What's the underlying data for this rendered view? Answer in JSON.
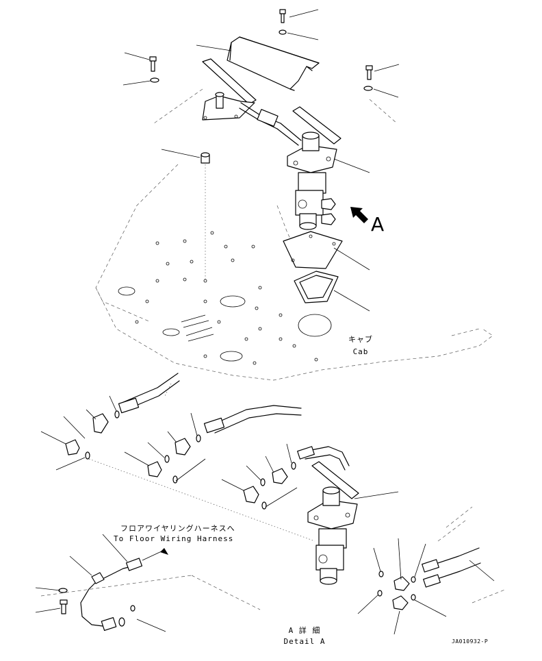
{
  "labels": {
    "cab_jp": "キャブ",
    "cab_en": "Cab",
    "view_marker": "A",
    "harness_jp": "フロアワイヤリングハーネスへ",
    "harness_en": "To Floor Wiring Harness",
    "detail_jp": "A 詳 細",
    "detail_en": "Detail A",
    "drawing_number": "JA010932-P"
  }
}
